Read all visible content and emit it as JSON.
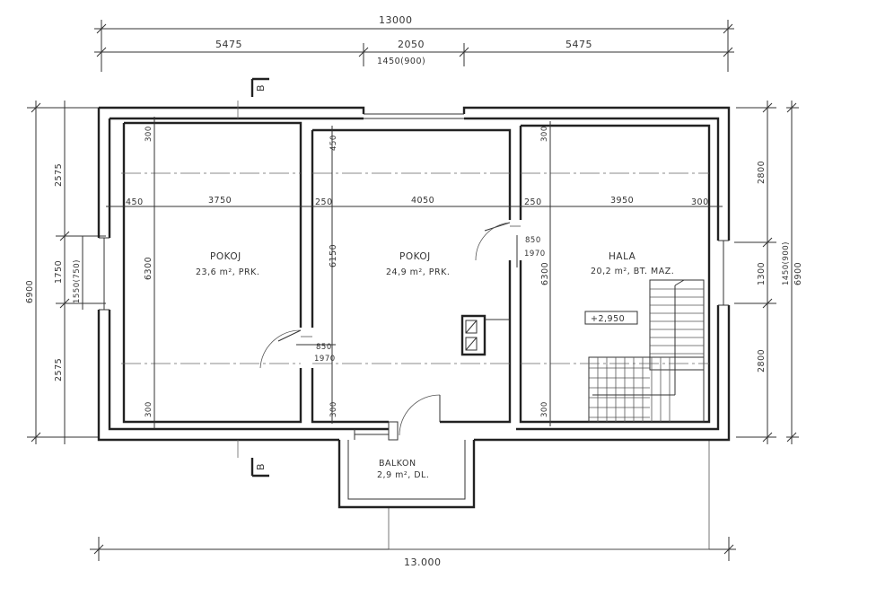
{
  "dims": {
    "top_total": "13000",
    "top_left": "5475",
    "top_mid": "2050",
    "top_right": "5475",
    "top_window": "1450(900)",
    "bottom_total": "13.000",
    "left_total": "6900",
    "left_top": "2575",
    "left_mid": "1750",
    "left_window": "1550(750)",
    "left_bot": "2575",
    "right_top": "2800",
    "right_mid": "1300",
    "right_window": "1450(900)",
    "right_total": "6900",
    "right_bot": "2800"
  },
  "section_mark": "B",
  "rooms": [
    {
      "name": "POKOJ",
      "area": "23,6 m², PRK.",
      "w_left": "450",
      "w_main": "3750",
      "height": "6300",
      "t_top": "300",
      "t_bot": "300",
      "door_w": "850",
      "door_h": "1970"
    },
    {
      "name": "POKOJ",
      "area": "24,9 m², PRK.",
      "w_left": "250",
      "w_main": "4050",
      "height": "6150",
      "t_top": "450",
      "t_bot": "300",
      "door_w": "850",
      "door_h": "1970"
    },
    {
      "name": "HALA",
      "area": "20,2 m², BT. MAZ.",
      "w_left": "250",
      "w_main": "3950",
      "w_right": "300",
      "height": "6300",
      "t_top": "300",
      "t_bot": "300",
      "level": "+2,950"
    }
  ],
  "balcony": {
    "name": "BALKON",
    "area": "2,9 m², DL."
  }
}
